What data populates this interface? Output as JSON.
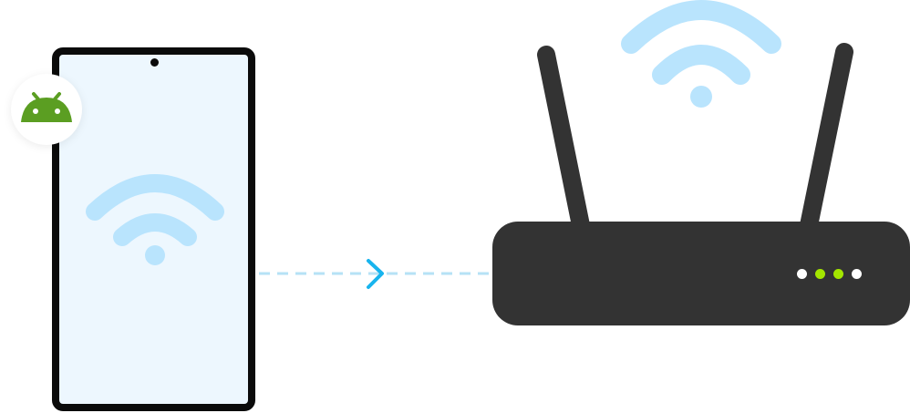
{
  "colors": {
    "phone_frame": "#0b0b0b",
    "phone_screen": "#edf7fe",
    "wifi_signal": "#b9e4fd",
    "connection_line": "#b6e2f6",
    "arrow": "#18b4ee",
    "router": "#333333",
    "android_green": "#5b9e22",
    "led_white": "#ffffff",
    "led_green": "#a4e600"
  },
  "icons": {
    "phone_badge": "android-icon",
    "phone_signal": "wifi-icon",
    "router_signal": "wifi-icon",
    "connector": "chevron-right-icon"
  },
  "router_leds": [
    "white",
    "green",
    "green",
    "white"
  ]
}
